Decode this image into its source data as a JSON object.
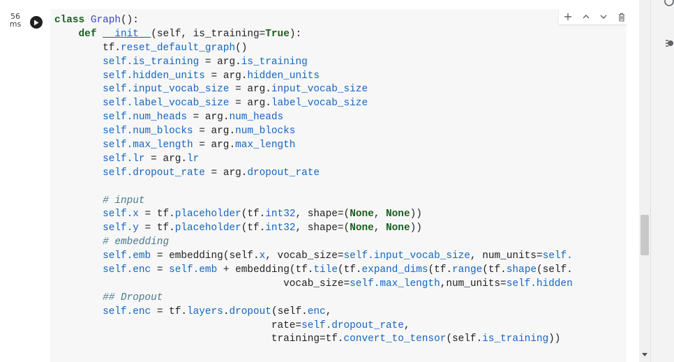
{
  "cell": {
    "exec_time": "56\nms",
    "toolbar": {
      "add": "+",
      "up": "^",
      "down": "v",
      "delete": "🗑"
    }
  },
  "code_lines": [
    [
      {
        "t": "class ",
        "c": "kw"
      },
      {
        "t": "Graph",
        "c": "fn"
      },
      {
        "t": "():",
        "c": ""
      }
    ],
    [
      {
        "t": "    def ",
        "c": "kw"
      },
      {
        "t": "__init__",
        "c": "dunder"
      },
      {
        "t": "(self, is_training=",
        "c": ""
      },
      {
        "t": "True",
        "c": "kw2"
      },
      {
        "t": "):",
        "c": ""
      }
    ],
    [
      {
        "t": "        tf.",
        "c": ""
      },
      {
        "t": "reset_default_graph",
        "c": "attr"
      },
      {
        "t": "()",
        "c": ""
      }
    ],
    [
      {
        "t": "        self.",
        "c": "name"
      },
      {
        "t": "is_training",
        "c": "attr"
      },
      {
        "t": " = arg.",
        "c": ""
      },
      {
        "t": "is_training",
        "c": "attr"
      }
    ],
    [
      {
        "t": "        self.",
        "c": "name"
      },
      {
        "t": "hidden_units",
        "c": "attr"
      },
      {
        "t": " = arg.",
        "c": ""
      },
      {
        "t": "hidden_units",
        "c": "attr"
      }
    ],
    [
      {
        "t": "        self.",
        "c": "name"
      },
      {
        "t": "input_vocab_size",
        "c": "attr"
      },
      {
        "t": " = arg.",
        "c": ""
      },
      {
        "t": "input_vocab_size",
        "c": "attr"
      }
    ],
    [
      {
        "t": "        self.",
        "c": "name"
      },
      {
        "t": "label_vocab_size",
        "c": "attr"
      },
      {
        "t": " = arg.",
        "c": ""
      },
      {
        "t": "label_vocab_size",
        "c": "attr"
      }
    ],
    [
      {
        "t": "        self.",
        "c": "name"
      },
      {
        "t": "num_heads",
        "c": "attr"
      },
      {
        "t": " = arg.",
        "c": ""
      },
      {
        "t": "num_heads",
        "c": "attr"
      }
    ],
    [
      {
        "t": "        self.",
        "c": "name"
      },
      {
        "t": "num_blocks",
        "c": "attr"
      },
      {
        "t": " = arg.",
        "c": ""
      },
      {
        "t": "num_blocks",
        "c": "attr"
      }
    ],
    [
      {
        "t": "        self.",
        "c": "name"
      },
      {
        "t": "max_length",
        "c": "attr"
      },
      {
        "t": " = arg.",
        "c": ""
      },
      {
        "t": "max_length",
        "c": "attr"
      }
    ],
    [
      {
        "t": "        self.",
        "c": "name"
      },
      {
        "t": "lr",
        "c": "attr"
      },
      {
        "t": " = arg.",
        "c": ""
      },
      {
        "t": "lr",
        "c": "attr"
      }
    ],
    [
      {
        "t": "        self.",
        "c": "name"
      },
      {
        "t": "dropout_rate",
        "c": "attr"
      },
      {
        "t": " = arg.",
        "c": ""
      },
      {
        "t": "dropout_rate",
        "c": "attr"
      }
    ],
    [
      {
        "t": "",
        "c": ""
      }
    ],
    [
      {
        "t": "        # input",
        "c": "cmt"
      }
    ],
    [
      {
        "t": "        self.",
        "c": "name"
      },
      {
        "t": "x",
        "c": "attr"
      },
      {
        "t": " = tf.",
        "c": ""
      },
      {
        "t": "placeholder",
        "c": "attr"
      },
      {
        "t": "(tf.",
        "c": ""
      },
      {
        "t": "int32",
        "c": "attr"
      },
      {
        "t": ", shape=(",
        "c": ""
      },
      {
        "t": "None",
        "c": "kw2"
      },
      {
        "t": ", ",
        "c": ""
      },
      {
        "t": "None",
        "c": "kw2"
      },
      {
        "t": "))",
        "c": ""
      }
    ],
    [
      {
        "t": "        self.",
        "c": "name"
      },
      {
        "t": "y",
        "c": "attr"
      },
      {
        "t": " = tf.",
        "c": ""
      },
      {
        "t": "placeholder",
        "c": "attr"
      },
      {
        "t": "(tf.",
        "c": ""
      },
      {
        "t": "int32",
        "c": "attr"
      },
      {
        "t": ", shape=(",
        "c": ""
      },
      {
        "t": "None",
        "c": "kw2"
      },
      {
        "t": ", ",
        "c": ""
      },
      {
        "t": "None",
        "c": "kw2"
      },
      {
        "t": "))",
        "c": ""
      }
    ],
    [
      {
        "t": "        # embedding",
        "c": "cmt"
      }
    ],
    [
      {
        "t": "        self.",
        "c": "name"
      },
      {
        "t": "emb",
        "c": "attr"
      },
      {
        "t": " = embedding(self.",
        "c": ""
      },
      {
        "t": "x",
        "c": "attr"
      },
      {
        "t": ", vocab_size=",
        "c": ""
      },
      {
        "t": "self.",
        "c": "name"
      },
      {
        "t": "input_vocab_size",
        "c": "attr"
      },
      {
        "t": ", num_units=",
        "c": ""
      },
      {
        "t": "self.",
        "c": "name"
      }
    ],
    [
      {
        "t": "        self.",
        "c": "name"
      },
      {
        "t": "enc",
        "c": "attr"
      },
      {
        "t": " = ",
        "c": ""
      },
      {
        "t": "self.",
        "c": "name"
      },
      {
        "t": "emb",
        "c": "attr"
      },
      {
        "t": " + embedding(tf.",
        "c": ""
      },
      {
        "t": "tile",
        "c": "attr"
      },
      {
        "t": "(tf.",
        "c": ""
      },
      {
        "t": "expand_dims",
        "c": "attr"
      },
      {
        "t": "(tf.",
        "c": ""
      },
      {
        "t": "range",
        "c": "attr"
      },
      {
        "t": "(tf.",
        "c": ""
      },
      {
        "t": "shape",
        "c": "attr"
      },
      {
        "t": "(self.",
        "c": ""
      }
    ],
    [
      {
        "t": "                                      vocab_size=",
        "c": ""
      },
      {
        "t": "self.",
        "c": "name"
      },
      {
        "t": "max_length",
        "c": "attr"
      },
      {
        "t": ",num_units=",
        "c": ""
      },
      {
        "t": "self.",
        "c": "name"
      },
      {
        "t": "hidden",
        "c": "attr"
      }
    ],
    [
      {
        "t": "        ## Dropout",
        "c": "cmt"
      }
    ],
    [
      {
        "t": "        self.",
        "c": "name"
      },
      {
        "t": "enc",
        "c": "attr"
      },
      {
        "t": " = tf.",
        "c": ""
      },
      {
        "t": "layers",
        "c": "attr"
      },
      {
        "t": ".",
        "c": ""
      },
      {
        "t": "dropout",
        "c": "attr"
      },
      {
        "t": "(self.",
        "c": ""
      },
      {
        "t": "enc",
        "c": "attr"
      },
      {
        "t": ",",
        "c": ""
      }
    ],
    [
      {
        "t": "                                    rate=",
        "c": ""
      },
      {
        "t": "self.",
        "c": "name"
      },
      {
        "t": "dropout_rate",
        "c": "attr"
      },
      {
        "t": ",",
        "c": ""
      }
    ],
    [
      {
        "t": "                                    training=tf.",
        "c": ""
      },
      {
        "t": "convert_to_tensor",
        "c": "attr"
      },
      {
        "t": "(self.",
        "c": ""
      },
      {
        "t": "is_training",
        "c": "attr"
      },
      {
        "t": "))",
        "c": ""
      }
    ]
  ]
}
